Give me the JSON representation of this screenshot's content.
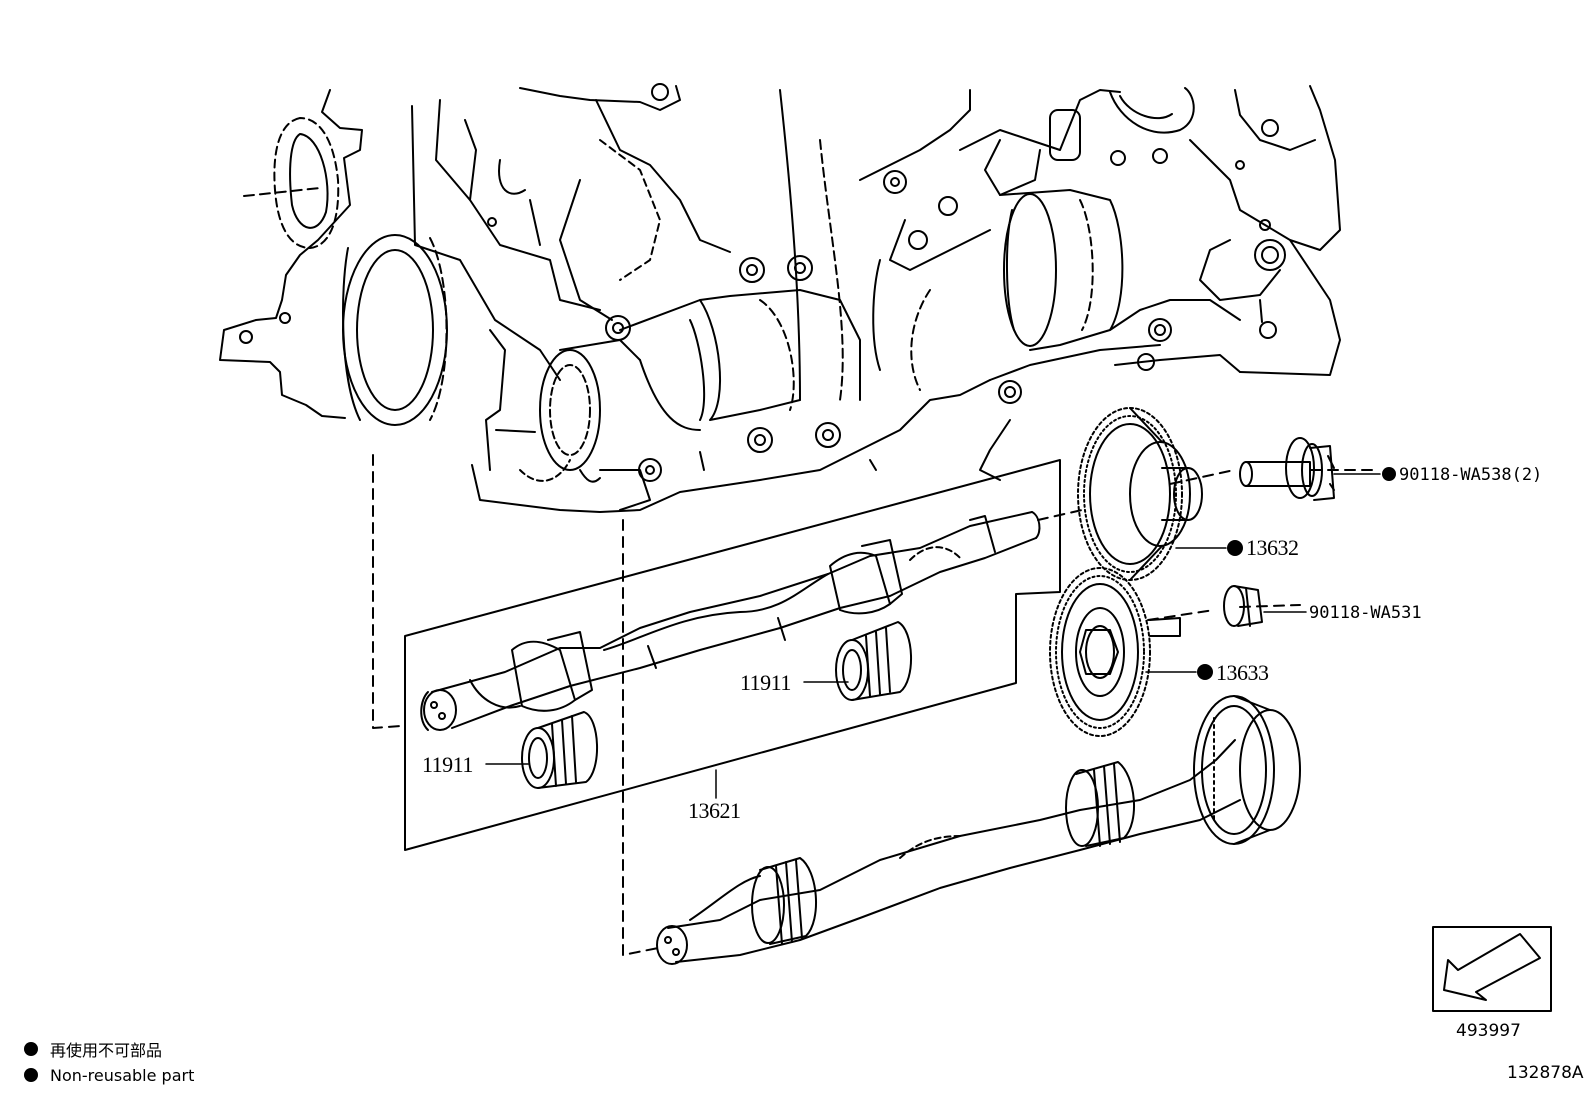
{
  "labels": {
    "bolt_upper": "90118-WA538(2)",
    "gear_upper": "13632",
    "bolt_lower": "90118-WA531",
    "gear_lower": "13633",
    "bearing_right": "11911",
    "bearing_left": "11911",
    "shaft_assembly": "13621"
  },
  "legend": {
    "japanese": "再使用不可部品",
    "english": "Non-reusable part"
  },
  "ref_box_number": "493997",
  "figure_number": "132878A"
}
